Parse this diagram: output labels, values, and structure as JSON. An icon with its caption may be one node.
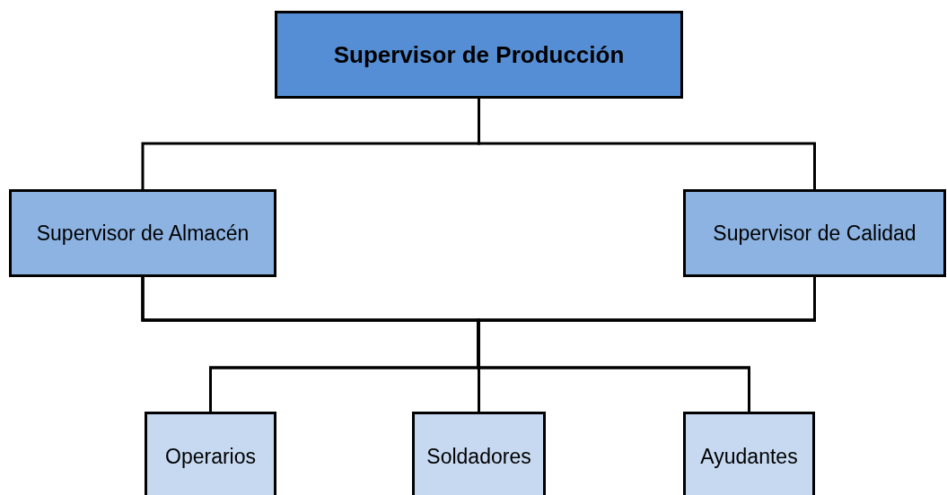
{
  "diagram": {
    "nodes": [
      {
        "text": [
          "Supervisor de Producción"
        ]
      },
      {
        "text": [
          "Supervisor de Almacén"
        ]
      },
      {
        "text": [
          "Supervisor de Calidad"
        ]
      },
      {
        "text": [
          "Operarios"
        ]
      },
      {
        "text": [
          "Soldadores"
        ]
      },
      {
        "text": [
          "Ayudantes"
        ]
      }
    ],
    "edges": [
      {
        "from": 0,
        "to": 1,
        "arrow": "none"
      },
      {
        "from": 0,
        "to": 2,
        "arrow": "none"
      },
      {
        "from": 1,
        "to": 3,
        "arrow": "none"
      },
      {
        "from": 1,
        "to": 4,
        "arrow": "none"
      },
      {
        "from": 1,
        "to": 5,
        "arrow": "none"
      },
      {
        "from": 2,
        "to": 3,
        "arrow": "none"
      },
      {
        "from": 2,
        "to": 4,
        "arrow": "none"
      },
      {
        "from": 2,
        "to": 5,
        "arrow": "none"
      }
    ]
  }
}
